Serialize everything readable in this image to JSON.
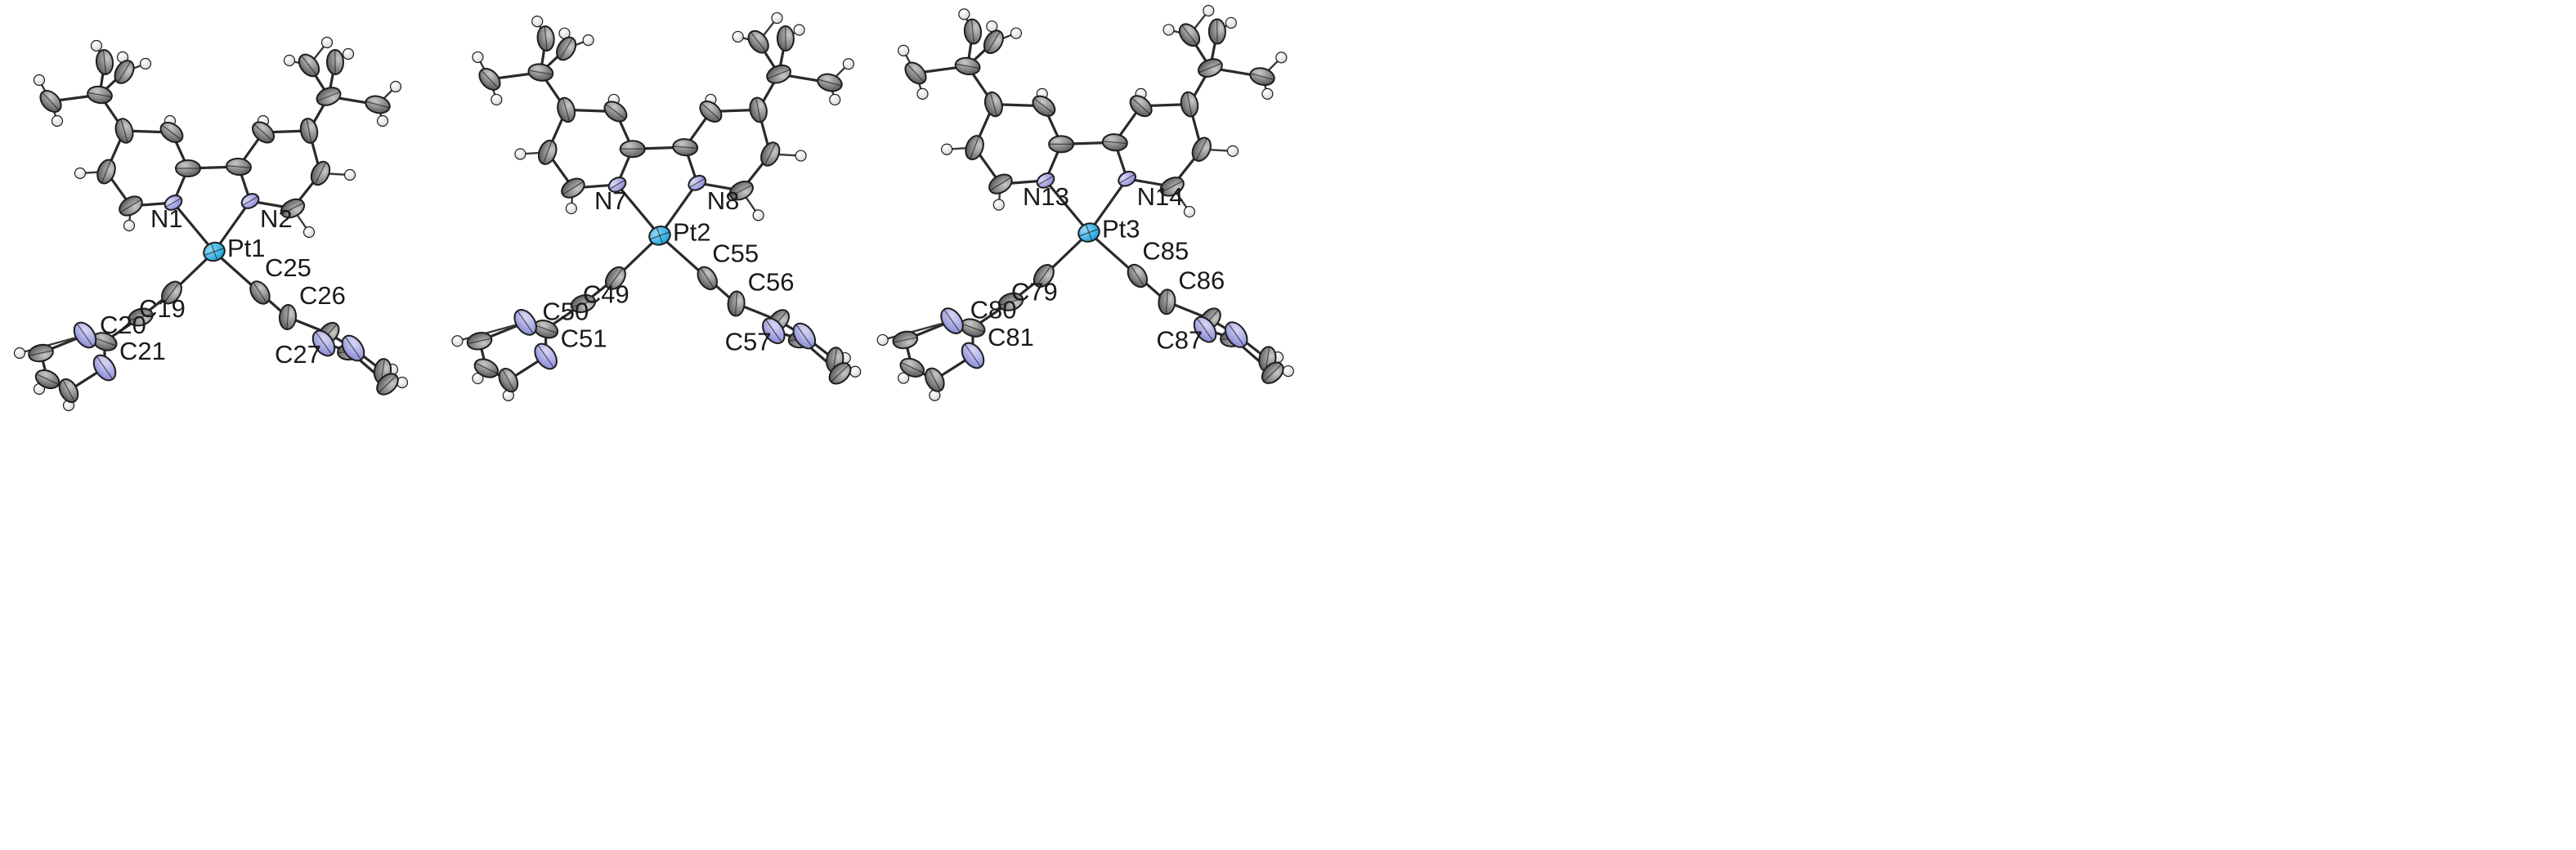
{
  "colors": {
    "carbon": "#5a5a5a",
    "carbon_highlight": "#c9c9c9",
    "nitrogen": "#8a8ad8",
    "nitrogen_highlight": "#d8d8f6",
    "platinum": "#17a3df",
    "platinum_highlight": "#8fd6f4",
    "hydrogen": "#d4d4d4",
    "bond": "#2a2a2a",
    "text": "#1a1a1a"
  },
  "molecules": [
    {
      "labels": {
        "metal": "Pt1",
        "n_left": "N1",
        "n_right": "N2",
        "c_a1": "C19",
        "c_a2": "C20",
        "c_a3": "C21",
        "c_b1": "C25",
        "c_b2": "C26",
        "c_b3": "C27"
      }
    },
    {
      "labels": {
        "metal": "Pt2",
        "n_left": "N7",
        "n_right": "N8",
        "c_a1": "C49",
        "c_a2": "C50",
        "c_a3": "C51",
        "c_b1": "C55",
        "c_b2": "C56",
        "c_b3": "C57"
      }
    },
    {
      "labels": {
        "metal": "Pt3",
        "n_left": "N13",
        "n_right": "N14",
        "c_a1": "C79",
        "c_a2": "C80",
        "c_a3": "C81",
        "c_b1": "C85",
        "c_b2": "C86",
        "c_b3": "C87"
      }
    }
  ]
}
